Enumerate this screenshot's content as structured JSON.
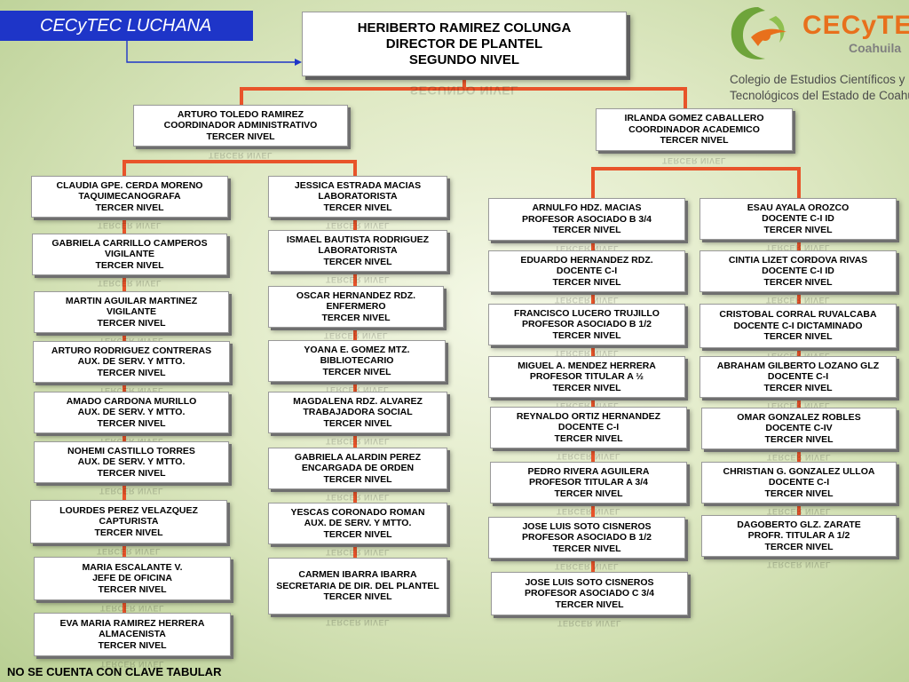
{
  "campus": "CECyTEC LUCHANA",
  "footer_note": "NO SE CUENTA CON CLAVE TABULAR",
  "logo": {
    "brand": "CECyTE",
    "state": "Coahuila",
    "line1": "Colegio de Estudios Científicos y",
    "line2": "Tecnológicos del Estado de Coahuila"
  },
  "colors": {
    "connector": "#e8542a",
    "campus_bg": "#1e35c8",
    "brand_orange": "#e8701c",
    "logo_green": "#6ea43a"
  },
  "director": {
    "name": "HERIBERTO RAMIREZ COLUNGA",
    "role": "DIRECTOR DE PLANTEL",
    "level": "SEGUNDO NIVEL"
  },
  "admin_coordinator": {
    "name": "ARTURO TOLEDO RAMIREZ",
    "role": "COORDINADOR ADMINISTRATIVO",
    "level": "TERCER NIVEL"
  },
  "academic_coordinator": {
    "name": "IRLANDA GOMEZ CABALLERO",
    "role": "COORDINADOR ACADEMICO",
    "level": "TERCER NIVEL"
  },
  "admin_col1": [
    {
      "name": "CLAUDIA GPE. CERDA MORENO",
      "role": "TAQUIMECANOGRAFA",
      "level": "TERCER NIVEL"
    },
    {
      "name": "GABRIELA CARRILLO CAMPEROS",
      "role": "VIGILANTE",
      "level": "TERCER NIVEL"
    },
    {
      "name": "MARTIN AGUILAR MARTINEZ",
      "role": "VIGILANTE",
      "level": "TERCER NIVEL"
    },
    {
      "name": "ARTURO RODRIGUEZ CONTRERAS",
      "role": "AUX. DE SERV. Y MTTO.",
      "level": "TERCER NIVEL"
    },
    {
      "name": "AMADO CARDONA MURILLO",
      "role": "AUX. DE SERV. Y MTTO.",
      "level": "TERCER NIVEL"
    },
    {
      "name": "NOHEMI CASTILLO TORRES",
      "role": "AUX. DE SERV. Y MTTO.",
      "level": "TERCER NIVEL"
    },
    {
      "name": "LOURDES PEREZ VELAZQUEZ",
      "role": "CAPTURISTA",
      "level": "TERCER NIVEL"
    },
    {
      "name": "MARIA ESCALANTE V.",
      "role": "JEFE DE OFICINA",
      "level": "TERCER NIVEL"
    },
    {
      "name": "EVA MARIA RAMIREZ HERRERA",
      "role": "ALMACENISTA",
      "level": "TERCER NIVEL"
    }
  ],
  "admin_col2": [
    {
      "name": "JESSICA ESTRADA MACIAS",
      "role": "LABORATORISTA",
      "level": "TERCER NIVEL"
    },
    {
      "name": "ISMAEL BAUTISTA RODRIGUEZ",
      "role": "LABORATORISTA",
      "level": "TERCER NIVEL"
    },
    {
      "name": "OSCAR HERNANDEZ RDZ.",
      "role": "ENFERMERO",
      "level": "TERCER NIVEL"
    },
    {
      "name": "YOANA E. GOMEZ MTZ.",
      "role": "BIBLIOTECARIO",
      "level": "TERCER NIVEL"
    },
    {
      "name": "MAGDALENA RDZ. ALVAREZ",
      "role": "TRABAJADORA SOCIAL",
      "level": "TERCER NIVEL"
    },
    {
      "name": "GABRIELA ALARDIN PEREZ",
      "role": "ENCARGADA DE ORDEN",
      "level": "TERCER NIVEL"
    },
    {
      "name": "YESCAS CORONADO ROMAN",
      "role": "AUX. DE SERV. Y MTTO.",
      "level": "TERCER NIVEL"
    },
    {
      "name": "CARMEN IBARRA IBARRA",
      "role": "SECRETARIA DE DIR. DEL PLANTEL",
      "level": "TERCER NIVEL"
    }
  ],
  "academic_col1": [
    {
      "name": "ARNULFO HDZ.  MACIAS",
      "role": "PROFESOR ASOCIADO B 3/4",
      "level": "TERCER NIVEL"
    },
    {
      "name": "EDUARDO HERNANDEZ RDZ.",
      "role": "DOCENTE C-I",
      "level": "TERCER NIVEL"
    },
    {
      "name": "FRANCISCO LUCERO TRUJILLO",
      "role": "PROFESOR ASOCIADO B 1/2",
      "level": "TERCER NIVEL"
    },
    {
      "name": "MIGUEL A. MENDEZ HERRERA",
      "role": "PROFESOR TITULAR A ½",
      "level": "TERCER NIVEL"
    },
    {
      "name": "REYNALDO ORTIZ HERNANDEZ",
      "role": "DOCENTE C-I",
      "level": "TERCER NIVEL"
    },
    {
      "name": "PEDRO RIVERA AGUILERA",
      "role": "PROFESOR TITULAR A 3/4",
      "level": "TERCER NIVEL"
    },
    {
      "name": "JOSE LUIS SOTO CISNEROS",
      "role": "PROFESOR ASOCIADO B 1/2",
      "level": "TERCER NIVEL"
    },
    {
      "name": "JOSE LUIS SOTO CISNEROS",
      "role": "PROFESOR ASOCIADO C 3/4",
      "level": "TERCER NIVEL"
    }
  ],
  "academic_col2": [
    {
      "name": "ESAU AYALA OROZCO",
      "role": "DOCENTE C-I ID",
      "level": "TERCER NIVEL"
    },
    {
      "name": "CINTIA LIZET CORDOVA RIVAS",
      "role": "DOCENTE C-I ID",
      "level": "TERCER NIVEL"
    },
    {
      "name": "CRISTOBAL CORRAL RUVALCABA",
      "role": "DOCENTE C-I DICTAMINADO",
      "level": "TERCER NIVEL"
    },
    {
      "name": "ABRAHAM GILBERTO LOZANO GLZ",
      "role": "DOCENTE C-I",
      "level": "TERCER NIVEL"
    },
    {
      "name": "OMAR GONZALEZ ROBLES",
      "role": "DOCENTE C-IV",
      "level": "TERCER NIVEL"
    },
    {
      "name": "CHRISTIAN G. GONZALEZ ULLOA",
      "role": "DOCENTE C-I",
      "level": "TERCER NIVEL"
    },
    {
      "name": "DAGOBERTO GLZ. ZARATE",
      "role": "PROFR.  TITULAR A 1/2",
      "level": "TERCER NIVEL"
    }
  ]
}
